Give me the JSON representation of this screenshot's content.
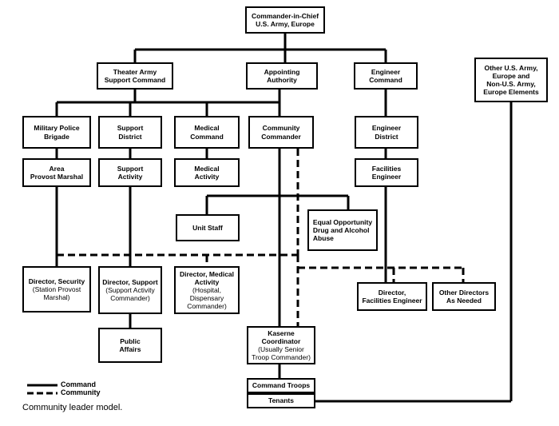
{
  "boxes": {
    "cinc": {
      "title": "Commander-in-Chief\nU.S. Army, Europe"
    },
    "tasc": {
      "title": "Theater Army\nSupport Command"
    },
    "appointing": {
      "title": "Appointing\nAuthority"
    },
    "eng_cmd": {
      "title": "Engineer\nCommand"
    },
    "other_elements": {
      "title": "Other U.S. Army,\nEurope and\nNon-U.S. Army,\nEurope Elements"
    },
    "mp_brigade": {
      "title": "Military Police\nBrigade"
    },
    "support_district": {
      "title": "Support\nDistrict"
    },
    "medical_cmd": {
      "title": "Medical\nCommand"
    },
    "community_cmdr": {
      "title": "Community\nCommander"
    },
    "eng_district": {
      "title": "Engineer\nDistrict"
    },
    "area_pm": {
      "title": "Area\nProvost Marshal"
    },
    "support_activity": {
      "title": "Support\nActivity"
    },
    "medical_activity": {
      "title": "Medical\nActivity"
    },
    "facilities_eng": {
      "title": "Facilities\nEngineer"
    },
    "unit_staff": {
      "title": "Unit Staff"
    },
    "eo": {
      "title": "Equal Opportunity\nDrug and Alcohol\nAbuse"
    },
    "dir_security": {
      "title": "Director, Security",
      "sub": "(Station Provost\nMarshal)"
    },
    "dir_support": {
      "title": "Director, Support",
      "sub": "(Support Activity\nCommander)"
    },
    "dir_medical": {
      "title": "Director, Medical\nActivity",
      "sub": "(Hospital,\nDispensary\nCommander)"
    },
    "dir_facilities": {
      "title": "Director,\nFacilities Engineer"
    },
    "other_directors": {
      "title": "Other Directors\nAs Needed"
    },
    "public_affairs": {
      "title": "Public\nAffairs"
    },
    "kaserne": {
      "title": "Kaserne\nCoordinator",
      "sub": "(Usually Senior\nTroop Commander)"
    },
    "command_troops": {
      "title": "Command Troops"
    },
    "tenants": {
      "title": "Tenants"
    }
  },
  "legend": {
    "command": "Command",
    "community": "Community"
  },
  "caption": "Community leader model."
}
